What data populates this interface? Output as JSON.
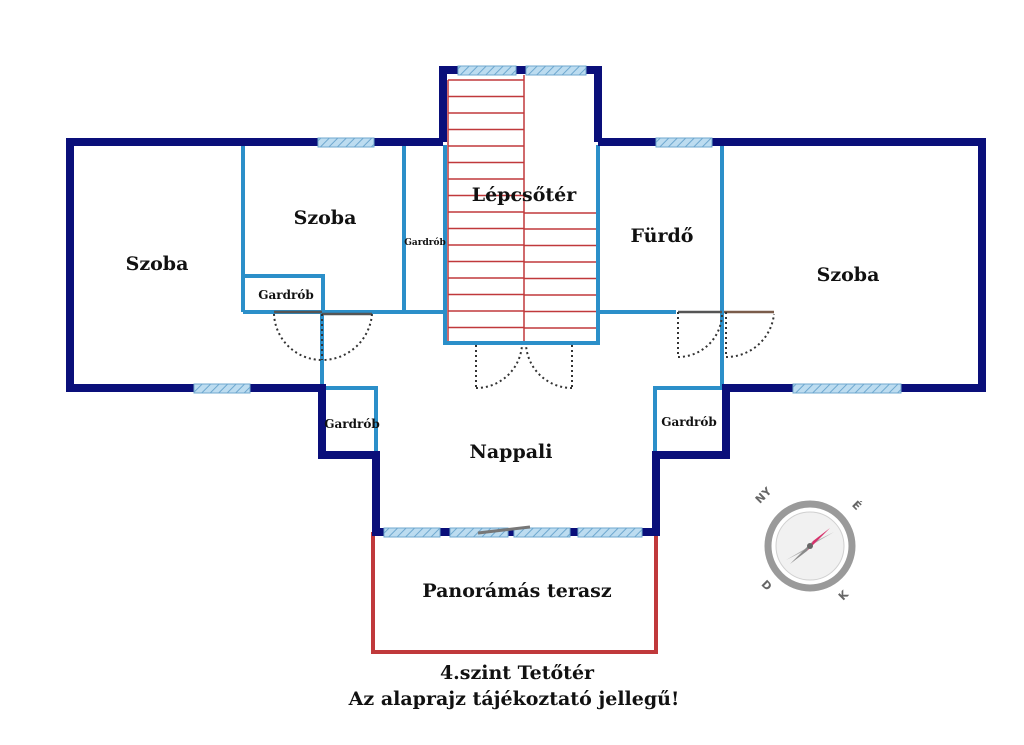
{
  "floor_plan": {
    "rooms": {
      "szoba_left": "Szoba",
      "szoba_mid": "Szoba",
      "szoba_right": "Szoba",
      "lepcsoter": "Lépcsőtér",
      "furdo": "Fürdő",
      "nappali": "Nappali",
      "terasz": "Panorámás terasz",
      "gardrob_a": "Gardrób",
      "gardrob_b": "Gardrób",
      "gardrob_c": "Gardrób",
      "gardrob_d": "Gardrób"
    },
    "caption": {
      "line1": "4.szint Tetőtér",
      "line2": "Az alaprajz tájékoztató jellegű!"
    },
    "compass": {
      "ny": "NY",
      "e": "É",
      "d": "D",
      "k": "K"
    }
  },
  "colors": {
    "outer_wall": "#0a0f7a",
    "inner_wall": "#2b8fc9",
    "window": "#a8cfe6",
    "stairs": "#c0393b",
    "terrace": "#c0393b",
    "door_swing": "#333333"
  }
}
